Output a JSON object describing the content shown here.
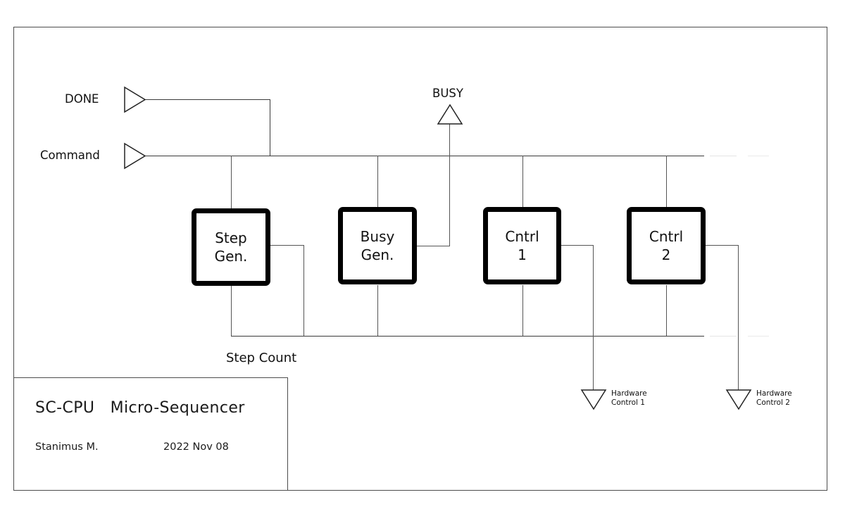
{
  "sheet": {
    "title_block": {
      "title": "SC-CPU   Micro-Sequencer",
      "author": "Stanimus M.",
      "date": "2022 Nov 08"
    }
  },
  "ports": {
    "inputs": [
      {
        "id": "done",
        "label": "DONE",
        "shape": "input-triangle-right"
      },
      {
        "id": "command",
        "label": "Command",
        "shape": "input-triangle-right"
      }
    ],
    "outputs": [
      {
        "id": "busy",
        "label": "BUSY",
        "shape": "output-triangle-up"
      },
      {
        "id": "hw1",
        "label_line1": "Hardware",
        "label_line2": "Control 1",
        "shape": "output-triangle-down"
      },
      {
        "id": "hw2",
        "label_line1": "Hardware",
        "label_line2": "Control 2",
        "shape": "output-triangle-down"
      }
    ]
  },
  "buses": [
    {
      "id": "command-bus",
      "label": ""
    },
    {
      "id": "step-count-bus",
      "label": "Step Count"
    }
  ],
  "blocks": [
    {
      "id": "step-gen",
      "line1": "Step",
      "line2": "Gen."
    },
    {
      "id": "busy-gen",
      "line1": "Busy",
      "line2": "Gen."
    },
    {
      "id": "cntrl-1",
      "line1": "Cntrl",
      "line2": "1"
    },
    {
      "id": "cntrl-2",
      "line1": "Cntrl",
      "line2": "2"
    }
  ],
  "colors": {
    "background": "#ffffff",
    "frame": "#4d4d4d",
    "wire": "#555555",
    "block_border": "#000000",
    "text": "#111111"
  }
}
